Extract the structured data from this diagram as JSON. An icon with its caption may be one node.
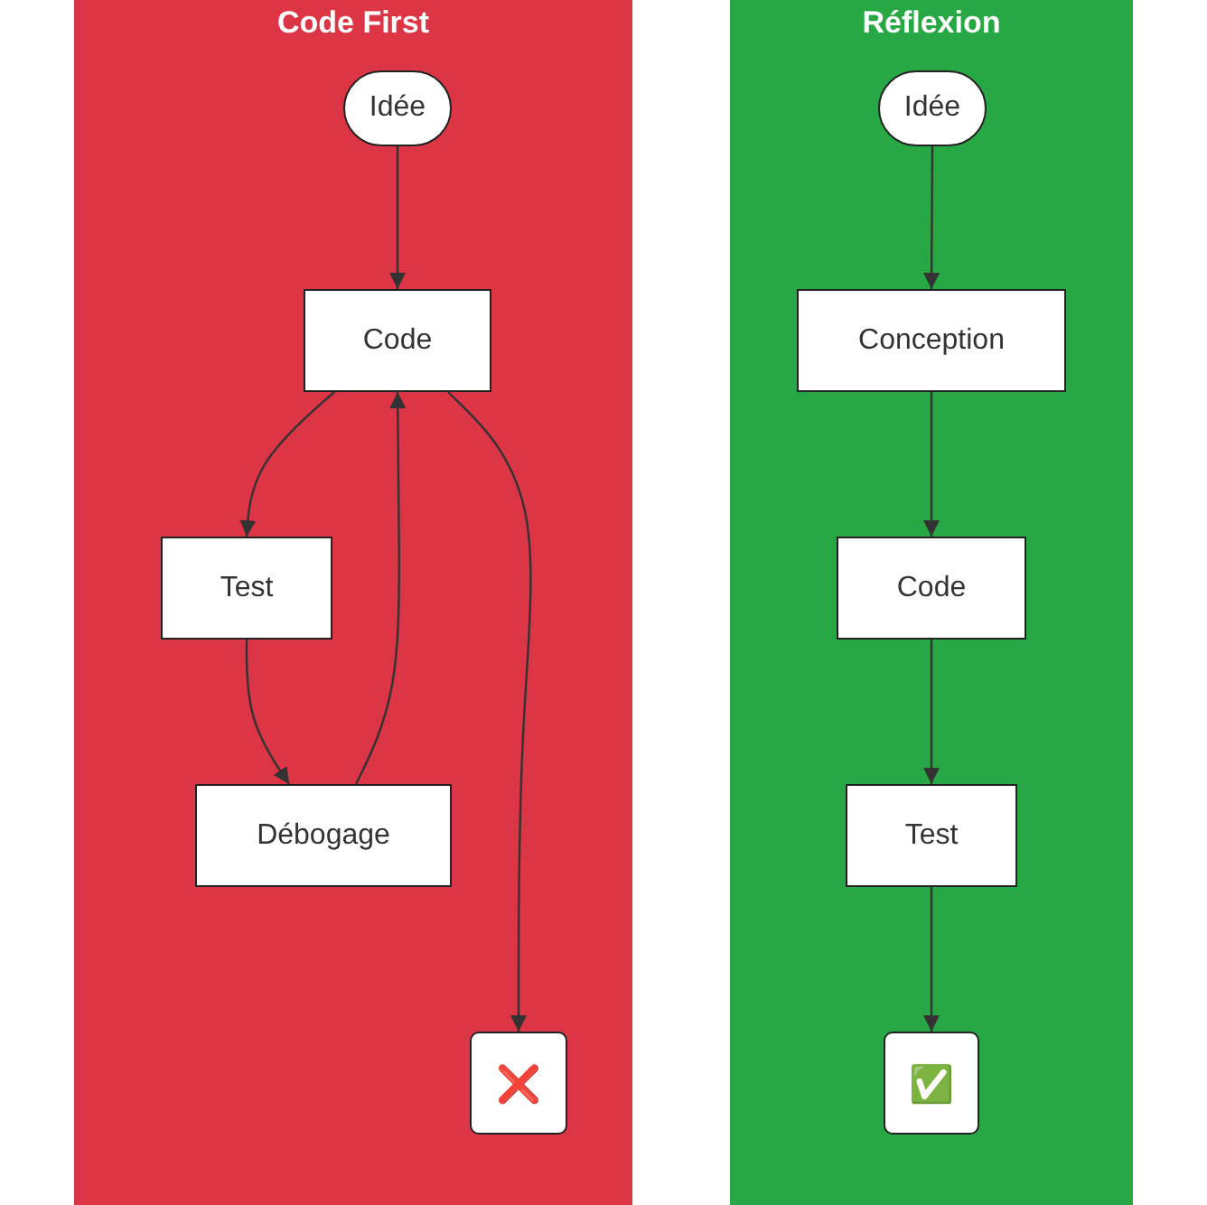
{
  "diagram": {
    "nodes": [
      {
        "text": [
          "Code First"
        ]
      },
      {
        "text": [
          "Idée"
        ],
        "in": 0
      },
      {
        "text": [
          "Code"
        ],
        "in": 0
      },
      {
        "text": [
          "Test"
        ],
        "in": 0
      },
      {
        "text": [
          "Débogage"
        ],
        "in": 0
      },
      {
        "text": [
          "❌"
        ],
        "in": 0
      },
      {
        "text": [
          "Réflexion"
        ]
      },
      {
        "text": [
          "Idée"
        ],
        "in": 6
      },
      {
        "text": [
          "Conception"
        ],
        "in": 6
      },
      {
        "text": [
          "Code"
        ],
        "in": 6
      },
      {
        "text": [
          "Test"
        ],
        "in": 6
      },
      {
        "text": [
          "✅"
        ],
        "in": 6
      }
    ],
    "edges": [
      {
        "from": 1,
        "to": 2,
        "arrow": "to"
      },
      {
        "from": 2,
        "to": 3,
        "arrow": "to"
      },
      {
        "from": 3,
        "to": 4,
        "arrow": "to"
      },
      {
        "from": 4,
        "to": 2,
        "arrow": "to"
      },
      {
        "from": 2,
        "to": 5,
        "arrow": "to"
      },
      {
        "from": 7,
        "to": 8,
        "arrow": "to"
      },
      {
        "from": 8,
        "to": 9,
        "arrow": "to"
      },
      {
        "from": 9,
        "to": 10,
        "arrow": "to"
      },
      {
        "from": 10,
        "to": 11,
        "arrow": "to"
      }
    ]
  }
}
